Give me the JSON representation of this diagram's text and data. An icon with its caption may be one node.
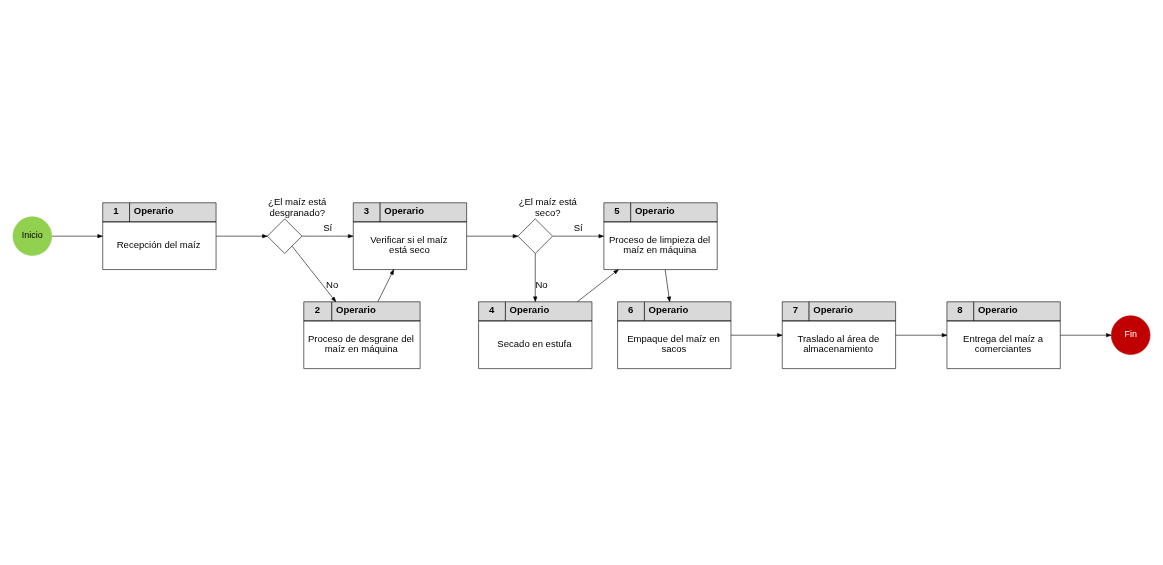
{
  "diagram": {
    "nodes": [
      {
        "text": [
          "Inicio"
        ]
      },
      {
        "text": [
          "1",
          "Operario",
          "Recepción del maíz"
        ]
      },
      {
        "text": [],
        "shape": "diamond",
        "beside": [
          "¿El maíz está desgranado?"
        ]
      },
      {
        "text": [
          "2",
          "Operario",
          "Proceso de desgrane del maíz en máquina"
        ]
      },
      {
        "text": [
          "3",
          "Operario",
          "Verificar si el maíz está seco"
        ]
      },
      {
        "text": [],
        "shape": "diamond",
        "beside": [
          "¿El maíz está seco?"
        ]
      },
      {
        "text": [
          "4",
          "Operario",
          "Secado en estufa"
        ]
      },
      {
        "text": [
          "5",
          "Operario",
          "Proceso de limpieza del maíz en máquina"
        ]
      },
      {
        "text": [
          "6",
          "Operario",
          "Empaque del maíz en sacos"
        ]
      },
      {
        "text": [
          "7",
          "Operario",
          "Traslado al área de almacenamiento"
        ]
      },
      {
        "text": [
          "8",
          "Operario",
          "Entrega del maíz a comerciantes"
        ]
      },
      {
        "text": [
          "Fin"
        ]
      }
    ],
    "edges": [
      {
        "from": 0,
        "to": 1,
        "arrow": "to"
      },
      {
        "from": 1,
        "to": 2,
        "arrow": "to"
      },
      {
        "from": 2,
        "to": 3,
        "arrow": "to",
        "label": "No"
      },
      {
        "from": 2,
        "to": 4,
        "arrow": "to",
        "label": "Sí"
      },
      {
        "from": 3,
        "to": 4,
        "arrow": "to"
      },
      {
        "from": 4,
        "to": 5,
        "arrow": "to"
      },
      {
        "from": 5,
        "to": 6,
        "arrow": "to",
        "label": "No"
      },
      {
        "from": 5,
        "to": 7,
        "arrow": "to",
        "label": "Sí"
      },
      {
        "from": 6,
        "to": 7,
        "arrow": "to"
      },
      {
        "from": 7,
        "to": 8,
        "arrow": "to"
      },
      {
        "from": 8,
        "to": 9,
        "arrow": "to"
      },
      {
        "from": 9,
        "to": 10,
        "arrow": "to"
      },
      {
        "from": 10,
        "to": 11,
        "arrow": "to"
      }
    ]
  }
}
